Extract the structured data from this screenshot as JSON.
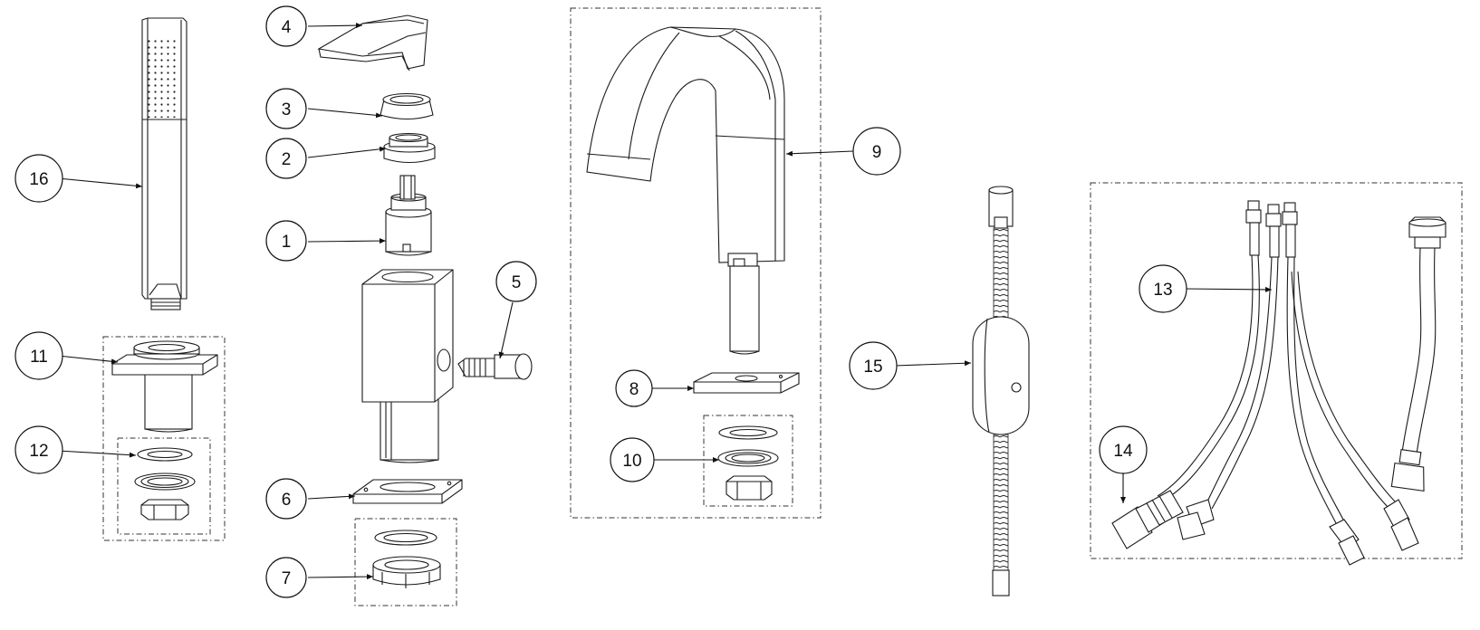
{
  "callouts": [
    "1",
    "2",
    "3",
    "4",
    "5",
    "6",
    "7",
    "8",
    "9",
    "10",
    "11",
    "12",
    "13",
    "14",
    "15",
    "16"
  ],
  "colors": {
    "line": "#1a1a1a",
    "background": "#ffffff"
  }
}
